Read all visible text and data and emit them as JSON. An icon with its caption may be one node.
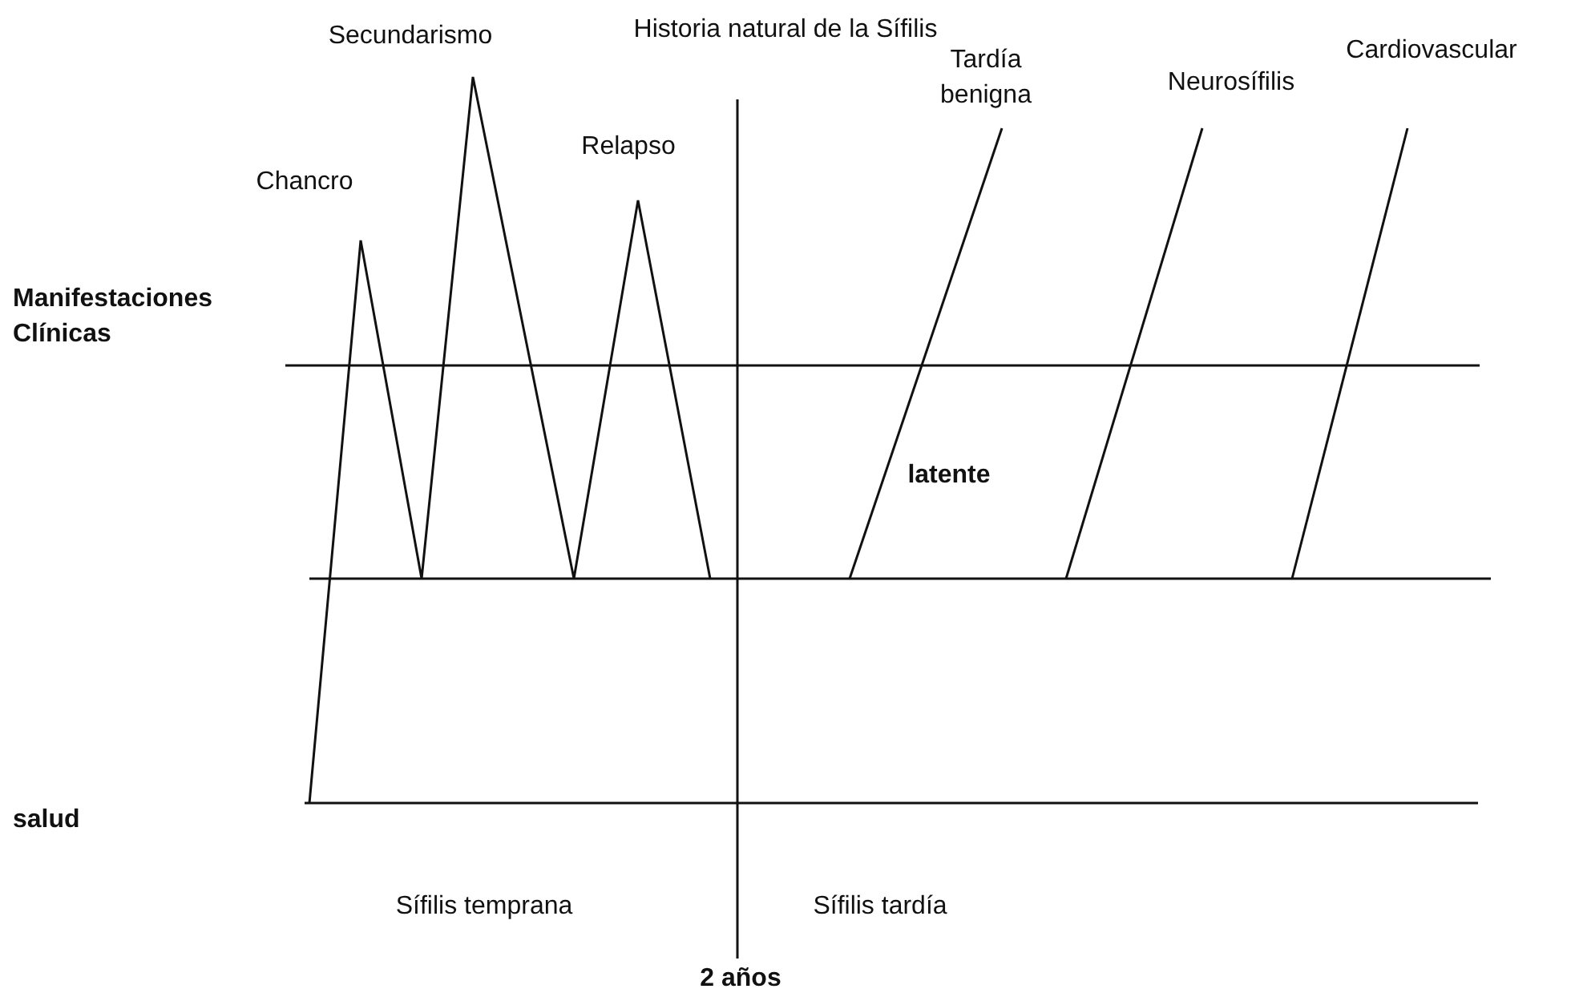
{
  "diagram": {
    "title": "Historia natural de la Sífilis",
    "labels": [
      "Secundarismo",
      "Tardía benigna",
      "Chancro",
      "Relapso",
      "Neurosífilis",
      "Cardiovascular",
      "Manifestaciones Clínicas",
      "latente",
      "salud",
      "Sífilis temprana",
      "Sífilis tardía",
      "2 años"
    ]
  }
}
